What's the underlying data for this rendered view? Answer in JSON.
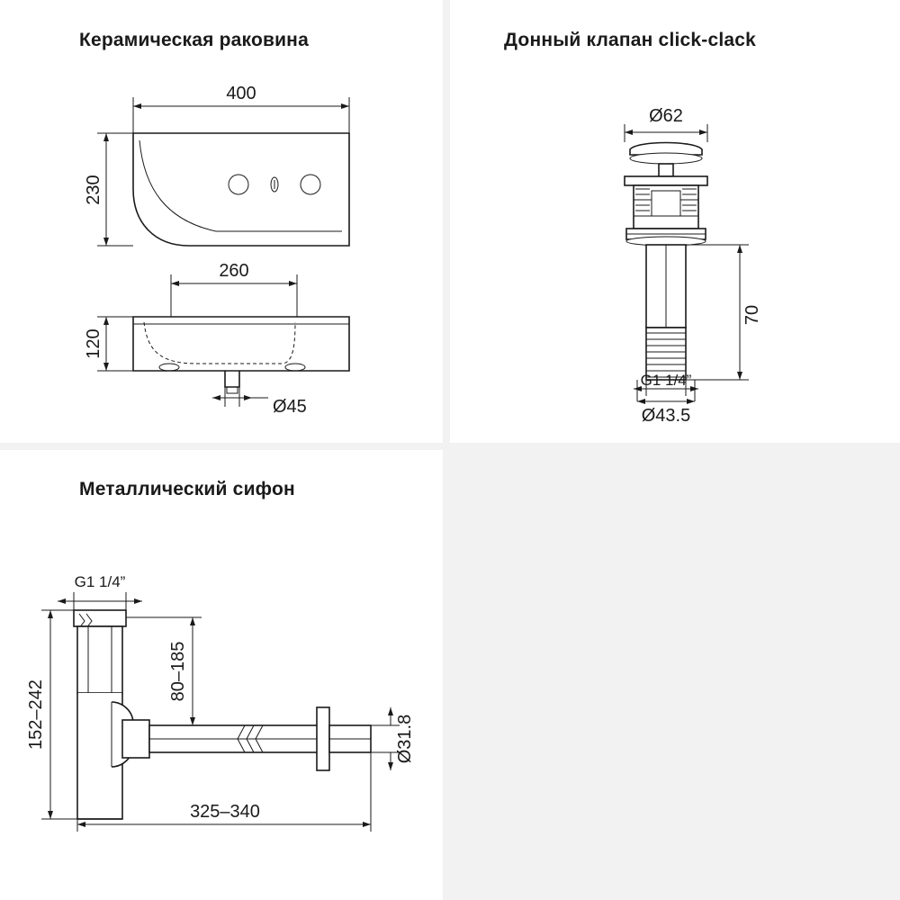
{
  "page": {
    "background": "#f2f2f2",
    "panel_background": "#ffffff",
    "line_color": "#1a1a1a"
  },
  "panels": [
    {
      "id": "sink",
      "title": "Керамическая раковина",
      "dimensions": {
        "width": "400",
        "height": "230",
        "inner_width": "260",
        "depth": "120",
        "drain_hole": "Ø45"
      }
    },
    {
      "id": "valve",
      "title": "Донный клапан click-clack",
      "dimensions": {
        "cap_diameter": "Ø62",
        "length": "70",
        "thread": "G1 1/4”",
        "body_diameter": "Ø43.5"
      }
    },
    {
      "id": "siphon",
      "title": "Металлический сифон",
      "dimensions": {
        "thread": "G1 1/4”",
        "height_range": "152–242",
        "outlet_height_range": "80–185",
        "length_range": "325–340",
        "pipe_diameter": "Ø31.8"
      }
    }
  ]
}
